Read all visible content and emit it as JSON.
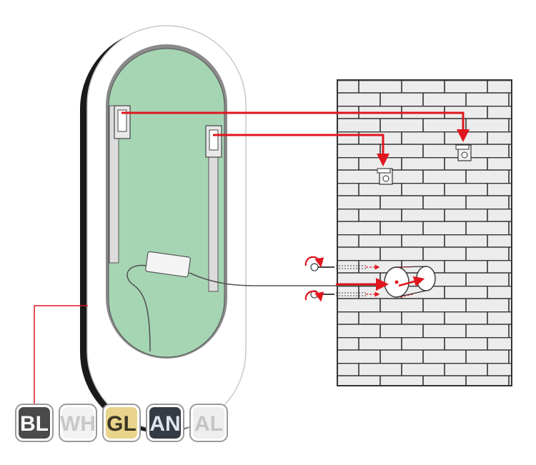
{
  "colors": {
    "connector_red": "#e0161f",
    "frame_black": "#1a1a1a",
    "mirror_back_green": "#a6d5b4",
    "brick_fill": "#e6e6e6",
    "brick_stroke": "#333333"
  },
  "finishes": [
    {
      "code": "BL",
      "fill": "#4a4a4a",
      "text_color": "#ffffff"
    },
    {
      "code": "WH",
      "fill": "#f2f2f2",
      "text_color": "#c8c8c8"
    },
    {
      "code": "GL",
      "fill": "#e8d48a",
      "text_color": "#3b3523"
    },
    {
      "code": "AN",
      "fill": "#353b45",
      "text_color": "#e0e4ea"
    },
    {
      "code": "AL",
      "fill": "#eeeeee",
      "text_color": "#c4c4c4"
    }
  ],
  "icons": [
    "mirror-frame-icon",
    "wall-hook-icon",
    "screw-anchor-icon",
    "rotate-arrow-icon",
    "junction-box-icon",
    "led-driver-icon"
  ]
}
